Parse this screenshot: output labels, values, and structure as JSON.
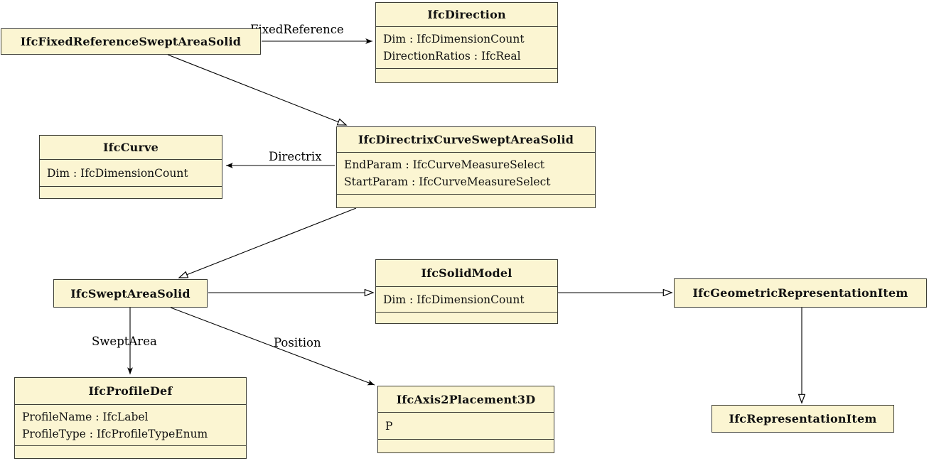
{
  "diagram": {
    "type": "uml-class-diagram",
    "subject": "IFC swept area solid geometry classes",
    "box_fill_color": "#fbf5d2",
    "box_border_color": "#3e3e35",
    "line_color": "#000000",
    "background_color": "#ffffff"
  },
  "classes": {
    "fixed_reference_swept_area_solid": {
      "name": "IfcFixedReferenceSweptAreaSolid",
      "attributes": []
    },
    "direction": {
      "name": "IfcDirection",
      "attributes": [
        "Dim : IfcDimensionCount",
        "DirectionRatios : IfcReal"
      ]
    },
    "curve": {
      "name": "IfcCurve",
      "attributes": [
        "Dim : IfcDimensionCount"
      ]
    },
    "directrix_curve_swept_area_solid": {
      "name": "IfcDirectrixCurveSweptAreaSolid",
      "attributes": [
        "EndParam : IfcCurveMeasureSelect",
        "StartParam : IfcCurveMeasureSelect"
      ]
    },
    "swept_area_solid": {
      "name": "IfcSweptAreaSolid",
      "attributes": []
    },
    "solid_model": {
      "name": "IfcSolidModel",
      "attributes": [
        "Dim : IfcDimensionCount"
      ]
    },
    "geometric_representation_item": {
      "name": "IfcGeometricRepresentationItem",
      "attributes": []
    },
    "profile_def": {
      "name": "IfcProfileDef",
      "attributes": [
        "ProfileName : IfcLabel",
        "ProfileType : IfcProfileTypeEnum"
      ]
    },
    "axis2_placement_3d": {
      "name": "IfcAxis2Placement3D",
      "attributes": [
        "P"
      ]
    },
    "representation_item": {
      "name": "IfcRepresentationItem",
      "attributes": []
    }
  },
  "edges": {
    "associations": {
      "fixed_reference": {
        "label": "FixedReference",
        "from": "IfcFixedReferenceSweptAreaSolid",
        "to": "IfcDirection"
      },
      "directrix": {
        "label": "Directrix",
        "from": "IfcDirectrixCurveSweptAreaSolid",
        "to": "IfcCurve"
      },
      "swept_area": {
        "label": "SweptArea",
        "from": "IfcSweptAreaSolid",
        "to": "IfcProfileDef"
      },
      "position": {
        "label": "Position",
        "from": "IfcSweptAreaSolid",
        "to": "IfcAxis2Placement3D"
      }
    },
    "generalizations": [
      {
        "from": "IfcFixedReferenceSweptAreaSolid",
        "to": "IfcDirectrixCurveSweptAreaSolid"
      },
      {
        "from": "IfcDirectrixCurveSweptAreaSolid",
        "to": "IfcSweptAreaSolid"
      },
      {
        "from": "IfcSweptAreaSolid",
        "to": "IfcSolidModel"
      },
      {
        "from": "IfcSolidModel",
        "to": "IfcGeometricRepresentationItem"
      },
      {
        "from": "IfcGeometricRepresentationItem",
        "to": "IfcRepresentationItem"
      }
    ]
  }
}
